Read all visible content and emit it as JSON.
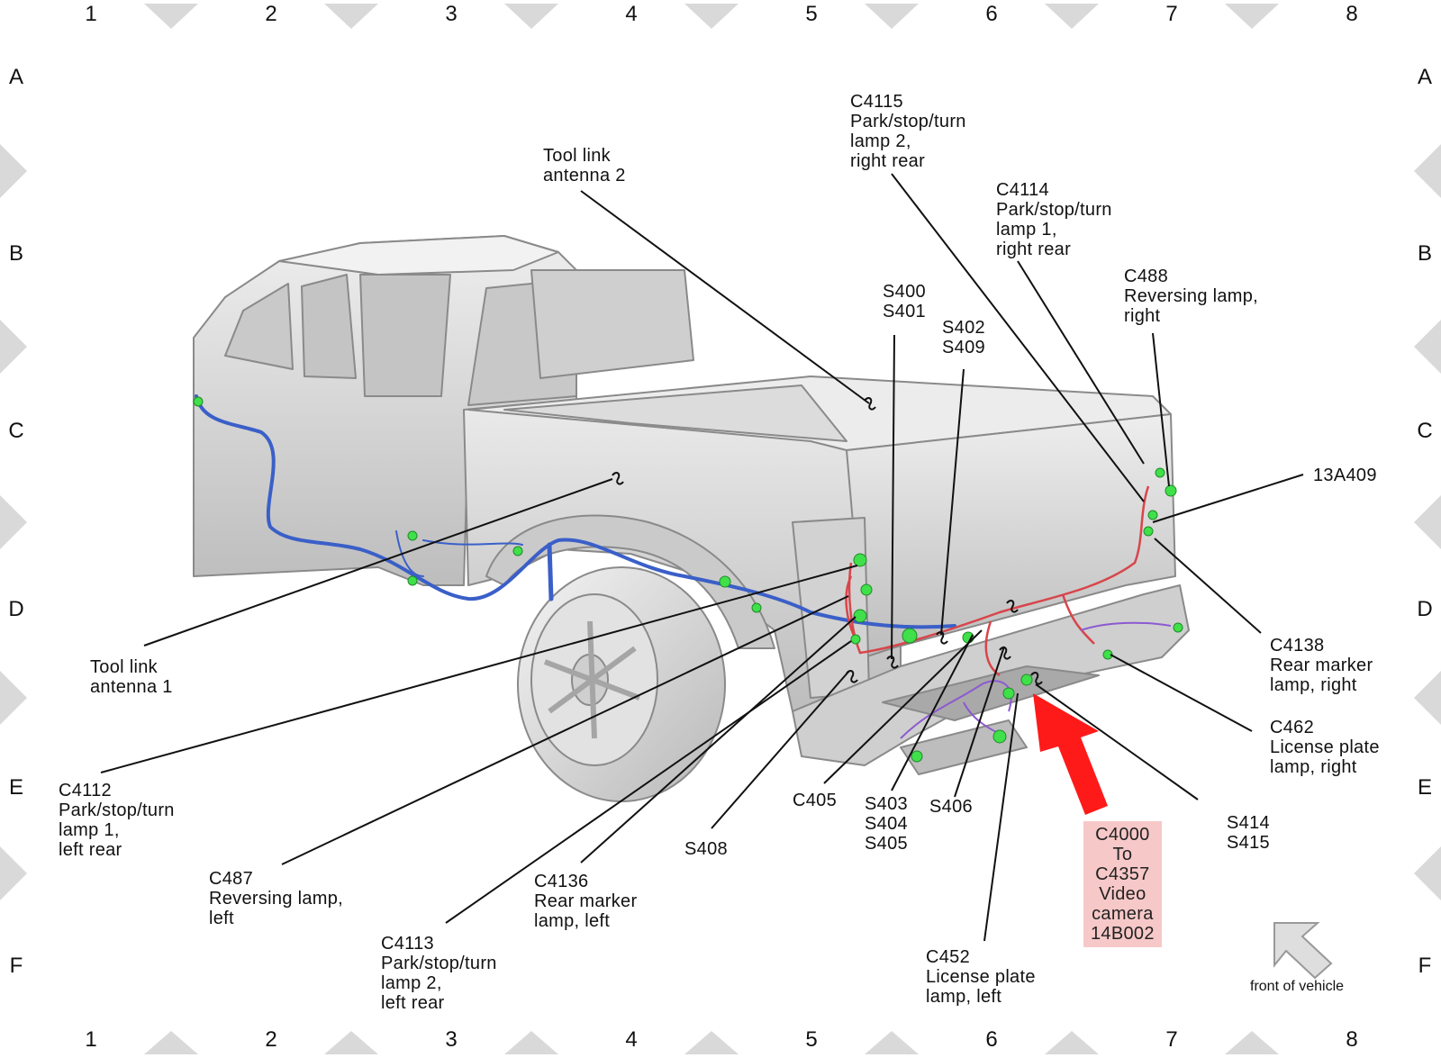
{
  "grid": {
    "columns": [
      "1",
      "2",
      "3",
      "4",
      "5",
      "6",
      "7",
      "8"
    ],
    "rows": [
      "A",
      "B",
      "C",
      "D",
      "E",
      "F"
    ]
  },
  "labels": {
    "tool_link_2": [
      "Tool link",
      "antenna 2"
    ],
    "c4115": [
      "C4115",
      "Park/stop/turn",
      "lamp 2,",
      "right rear"
    ],
    "c4114": [
      "C4114",
      "Park/stop/turn",
      "lamp 1,",
      "right rear"
    ],
    "c488": [
      "C488",
      "Reversing lamp,",
      "right"
    ],
    "s400": [
      "S400",
      "S401"
    ],
    "s402": [
      "S402",
      "S409"
    ],
    "a13a409": [
      "13A409"
    ],
    "c4138": [
      "C4138",
      "Rear marker",
      "lamp, right"
    ],
    "c462": [
      "C462",
      "License plate",
      "lamp, right"
    ],
    "s414": [
      "S414",
      "S415"
    ],
    "c4000": [
      "C4000",
      "To",
      "C4357",
      "Video",
      "camera",
      "14B002"
    ],
    "c452": [
      "C452",
      "License plate",
      "lamp, left"
    ],
    "s406": [
      "S406"
    ],
    "s403": [
      "S403",
      "S404",
      "S405"
    ],
    "c405": [
      "C405"
    ],
    "s408": [
      "S408"
    ],
    "c4136": [
      "C4136",
      "Rear marker",
      "lamp, left"
    ],
    "c4113": [
      "C4113",
      "Park/stop/turn",
      "lamp 2,",
      "left rear"
    ],
    "c487": [
      "C487",
      "Reversing lamp,",
      "left"
    ],
    "c4112": [
      "C4112",
      "Park/stop/turn",
      "lamp 1,",
      "left rear"
    ],
    "tool_link_1": [
      "Tool link",
      "antenna 1"
    ]
  },
  "front_of_vehicle": "front of vehicle",
  "colors": {
    "harness_blue": "#3a5fc8",
    "harness_red": "#d8454a",
    "harness_purple": "#8c5ad0",
    "connector_green": "#3fe04a",
    "highlight_arrow": "#ff1a1a",
    "highlight_box": "#f7c8c8",
    "body_gray": "#d8d8d8"
  }
}
